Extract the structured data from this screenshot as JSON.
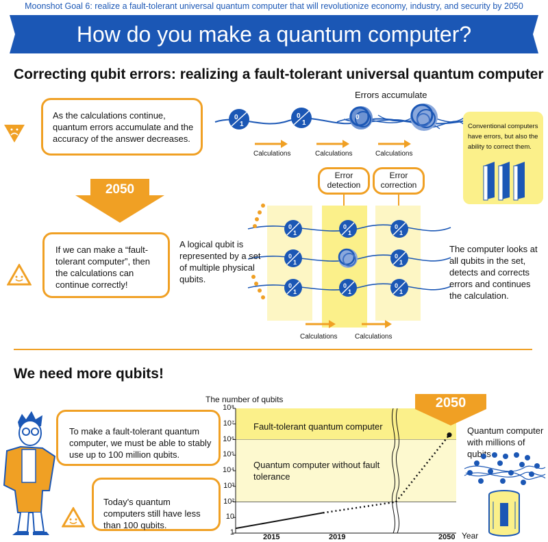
{
  "header": {
    "goal": "Moonshot Goal 6: realize a fault-tolerant universal quantum computer that will revolutionize economy, industry, and security by 2050",
    "title": "How do you make a quantum computer?"
  },
  "section1": {
    "heading": "Correcting qubit errors: realizing a fault-tolerant universal quantum computer",
    "errors_label": "Errors accumulate",
    "bubble_top": "As the calculations continue, quantum errors  accumulate and the accuracy of the answer decreases.",
    "calc_label": "Calculations",
    "conventional_note": "Conventional computers have errors, but also the ability to correct them.",
    "year_arrow": "2050",
    "error_detection": "Error detection",
    "error_correction": "Error correction",
    "bubble_bottom": "If we can make a “fault-tolerant computer”, then the calculations can continue correctly!",
    "logical_qubit_text": "A logical qubit is represented by a set of multiple physical qubits.",
    "computer_looks_text": "The computer looks at all qubits in the set, detects and corrects errors and continues the calculation.",
    "qubit_top": "0",
    "qubit_bottom": "1"
  },
  "section2": {
    "heading": "We need more qubits!",
    "bubble_1": "To make a fault-tolerant quantum computer, we must be able to stably use up to 100 million qubits.",
    "bubble_2": "Today's quantum computers still have less than 100 qubits.",
    "million_qubits_note": "Quantum computer with millions of qubits"
  },
  "chart_data": {
    "type": "line",
    "ylabel": "The number of qubits",
    "xlabel": "Year",
    "yscale": "log",
    "ylim": [
      1,
      100000000
    ],
    "y_ticks": [
      "1",
      "10",
      "10²",
      "10³",
      "10⁴",
      "10⁵",
      "10⁶",
      "10⁷",
      "10⁸"
    ],
    "x_ticks": [
      "2015",
      "2019",
      "2050"
    ],
    "year_badge": "2050",
    "regions": [
      {
        "label": "Fault-tolerant quantum computer",
        "from": 1000000,
        "to": 100000000,
        "color": "#fbf08a"
      },
      {
        "label": "Quantum computer without fault tolerance",
        "from": 100,
        "to": 1000000,
        "color": "#fdf9cf"
      }
    ],
    "series": [
      {
        "style": "solid",
        "points": [
          [
            2013,
            2
          ],
          [
            2019,
            20
          ]
        ]
      },
      {
        "style": "dotted",
        "points": [
          [
            2019,
            20
          ],
          [
            2024,
            100
          ]
        ]
      },
      {
        "style": "dotted",
        "points": [
          [
            2024,
            100
          ],
          [
            2050,
            2000000
          ]
        ]
      }
    ]
  },
  "colors": {
    "blue": "#1b57b5",
    "orange": "#f0a024",
    "yellow": "#fbf08a",
    "pale_yellow": "#fdf9cf",
    "column": "#fdf6c4"
  }
}
